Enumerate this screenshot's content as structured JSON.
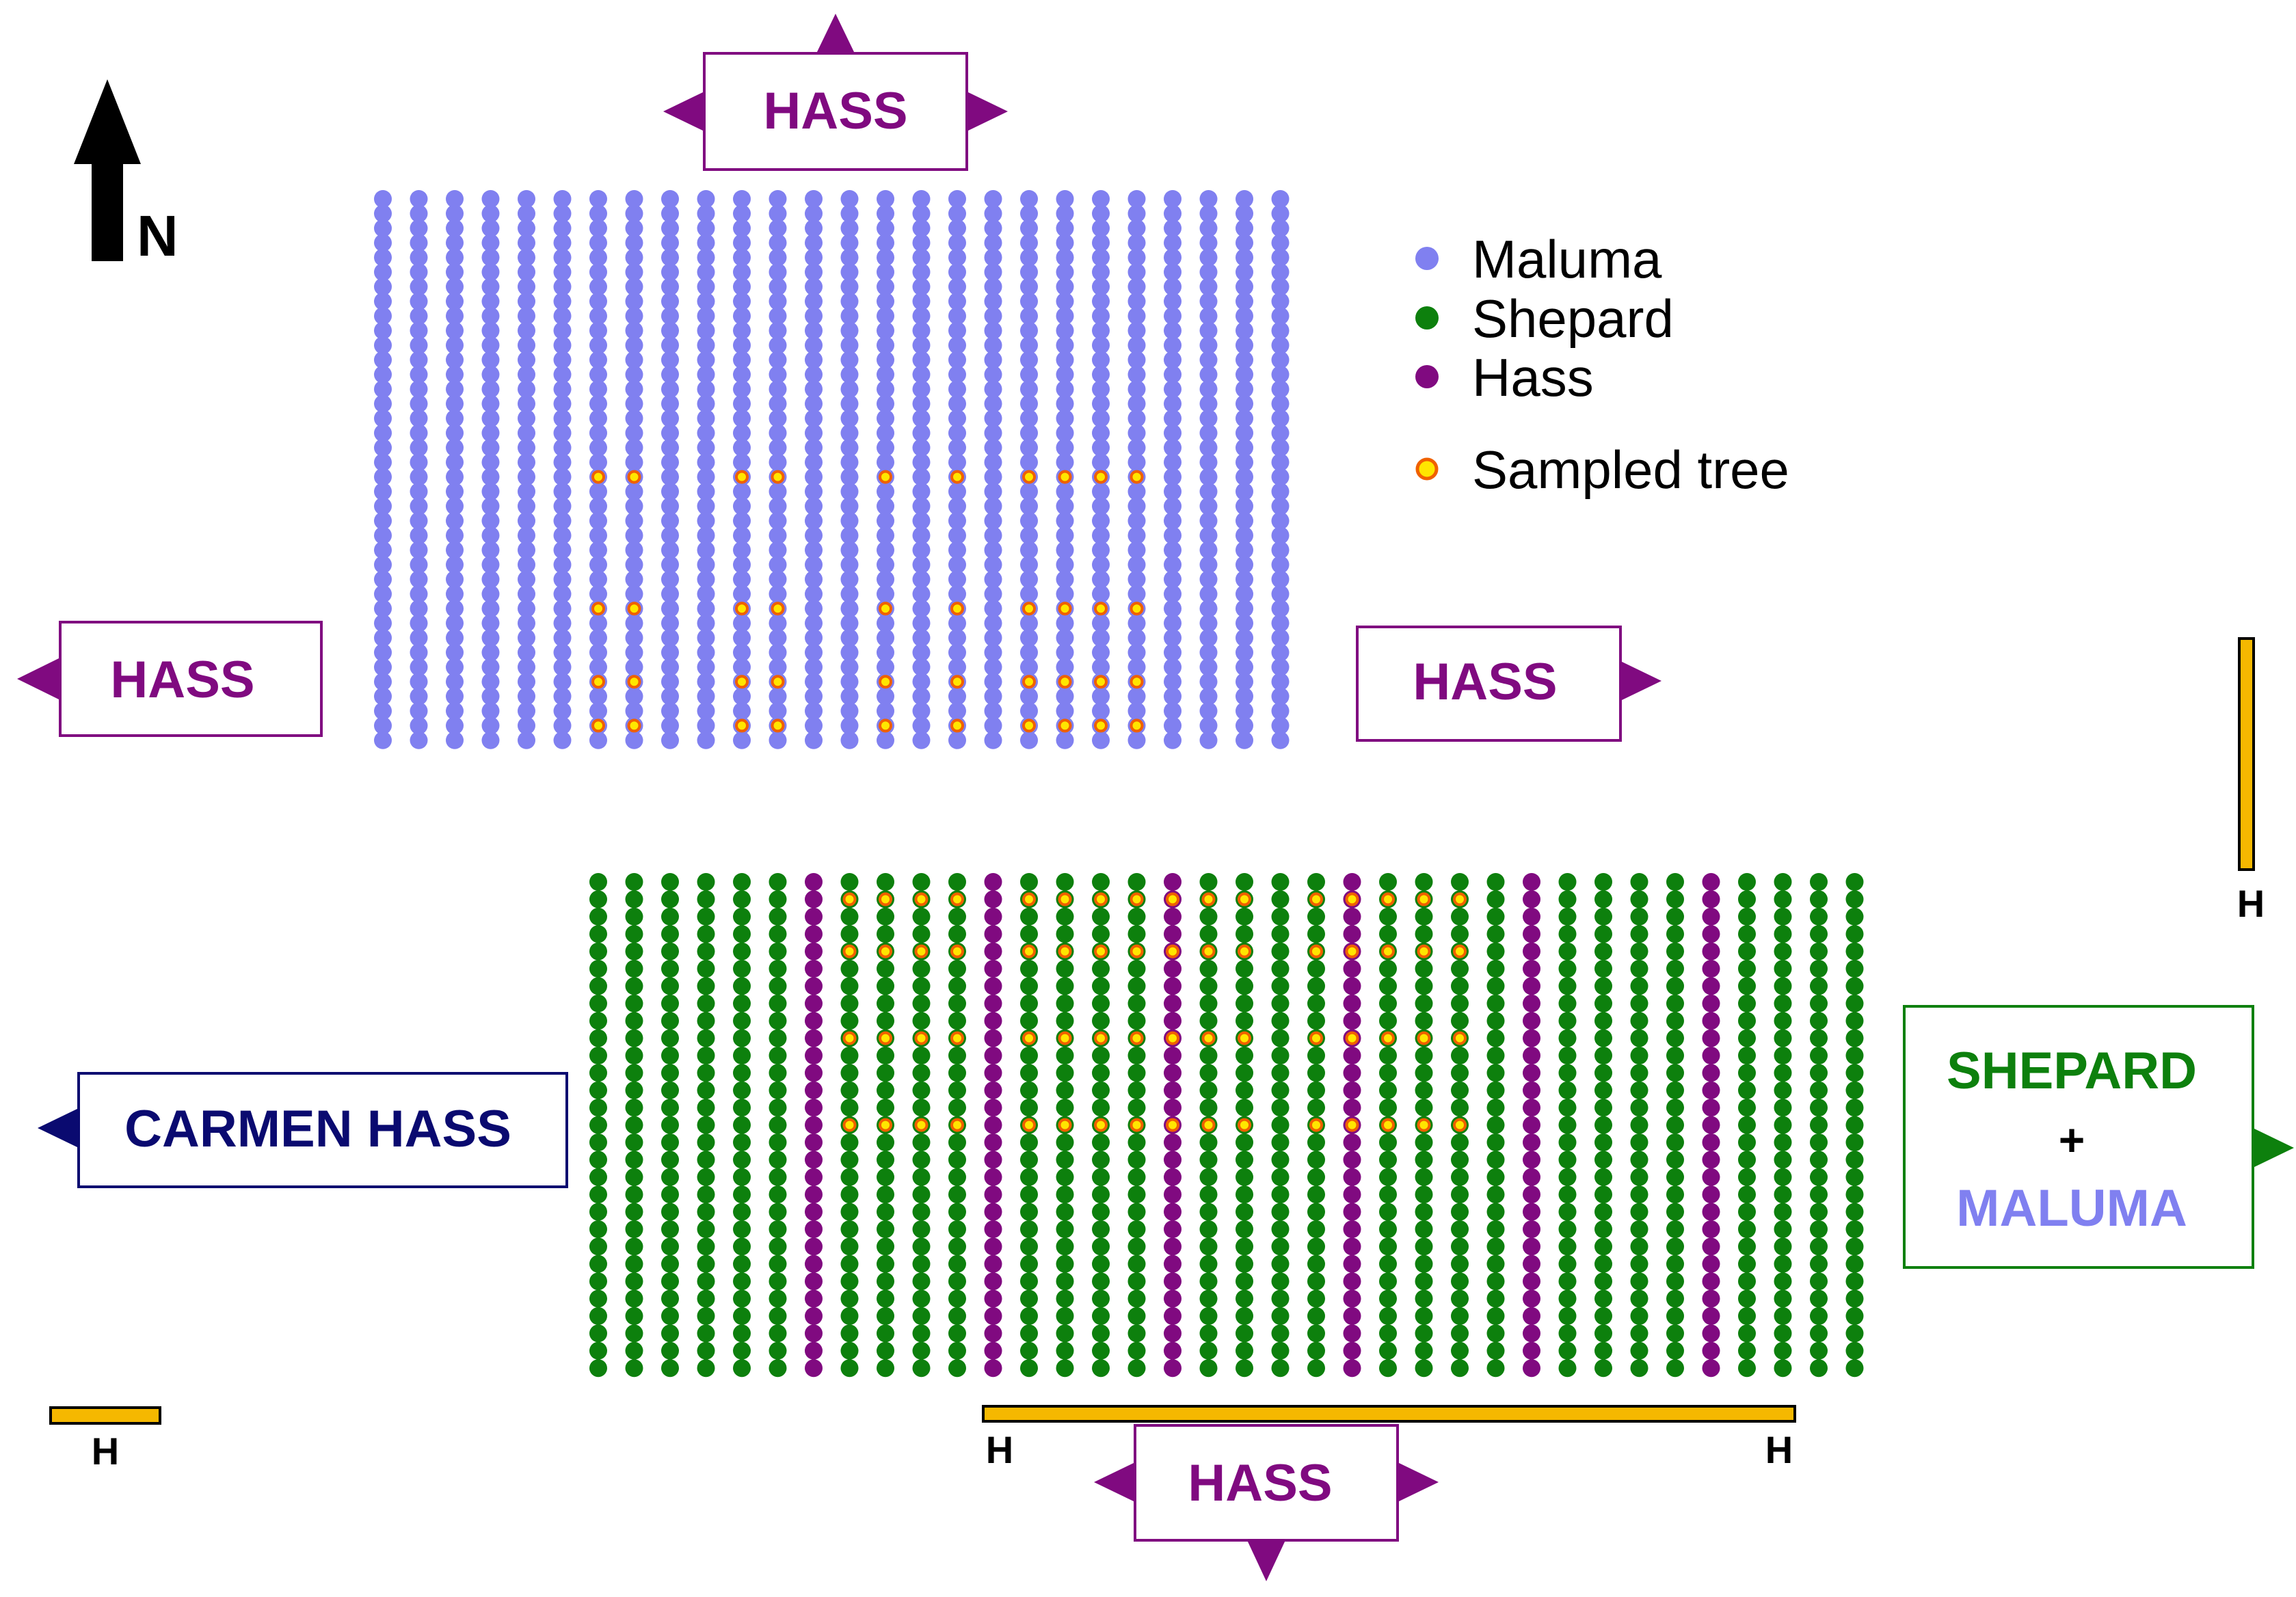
{
  "compass": {
    "label": "N"
  },
  "legend": {
    "items": [
      {
        "label": "Maluma",
        "color": "#8080f0"
      },
      {
        "label": "Shepard",
        "color": "#0d800d"
      },
      {
        "label": "Hass",
        "color": "#800a80"
      },
      {
        "label": "Sampled tree",
        "color": "#ffe600",
        "stroke": "#f06000"
      }
    ]
  },
  "neighbors": {
    "north": {
      "label": "HASS",
      "color": "#800a80"
    },
    "west": {
      "label": "HASS",
      "color": "#800a80"
    },
    "east": {
      "label": "HASS",
      "color": "#800a80"
    },
    "southwest": {
      "label": "CARMEN HASS",
      "color": "#0a0a70"
    },
    "south": {
      "label": "HASS",
      "color": "#800a80"
    },
    "southeast": {
      "line1": "SHEPARD",
      "line1_color": "#0d800d",
      "line2": "+",
      "line2_color": "#000000",
      "line3": "MALUMA",
      "line3_color": "#8080f0",
      "border_color": "#0d800d"
    }
  },
  "hedges": {
    "color": "#f5b800",
    "small_label": "H",
    "vertical_label": "H",
    "long_left_label": "H",
    "long_right_label": "H"
  },
  "orchard": {
    "maluma_block": {
      "columns": 26,
      "rows_per_column": 38,
      "color": "#8080f0"
    },
    "shepard_block": {
      "columns": 36,
      "rows_per_column": 29,
      "color": "#0d800d",
      "hass_columns": [
        6,
        11,
        16,
        21,
        26,
        31
      ],
      "hass_color": "#800a80"
    },
    "sampled": {
      "maluma_cols": [
        6,
        7,
        10,
        11,
        14,
        16,
        18,
        19,
        20,
        21
      ],
      "maluma_rows": [
        19,
        28,
        33,
        36
      ],
      "shepard_cols": [
        7,
        8,
        9,
        10,
        12,
        13,
        14,
        15,
        16,
        17,
        18,
        20,
        21,
        22,
        23,
        24
      ],
      "shepard_rows": [
        1,
        4,
        9,
        14
      ],
      "fill": "#ffe600",
      "stroke": "#f06000"
    }
  }
}
